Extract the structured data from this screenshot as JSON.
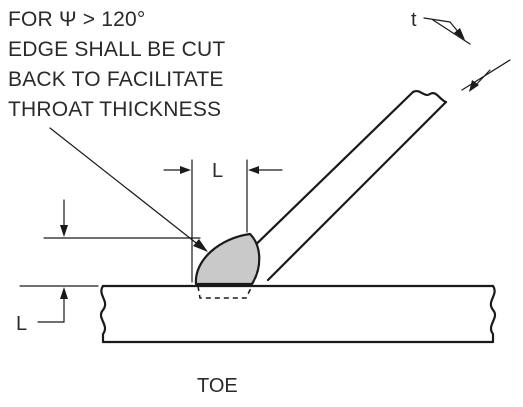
{
  "diagram": {
    "note_lines": [
      "FOR Ψ > 120°",
      "EDGE SHALL BE CUT",
      "BACK TO FACILITATE",
      "THROAT THICKNESS"
    ],
    "dimension_L_top": "L",
    "dimension_L_left": "L",
    "dimension_t": "t",
    "caption": "TOE"
  }
}
